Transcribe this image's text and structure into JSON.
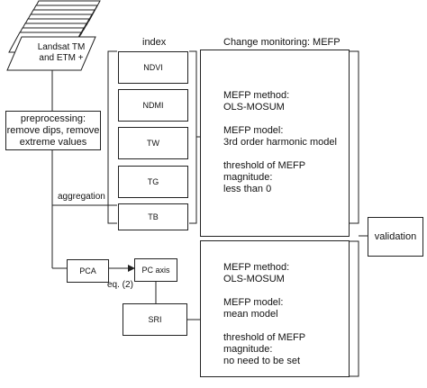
{
  "source": {
    "label_line1": "Landsat TM",
    "label_line2": "and ETM +"
  },
  "preprocessing": {
    "line1": "preprocessing:",
    "line2": "remove dips, remove",
    "line3": "extreme values"
  },
  "aggregation": {
    "label": "aggregation"
  },
  "index": {
    "header": "index",
    "items": [
      "NDVI",
      "NDMI",
      "TW",
      "TG",
      "TB"
    ]
  },
  "change_monitoring": {
    "header": "Change monitoring: MEFP"
  },
  "mefp_top": {
    "method_line1": "MEFP method:",
    "method_line2": "OLS-MOSUM",
    "model_line1": "MEFP model:",
    "model_line2": "3rd order harmonic model",
    "threshold_line1": "threshold of MEFP",
    "threshold_line2": "magnitude:",
    "threshold_line3": "less than 0"
  },
  "mefp_bottom": {
    "method_line1": "MEFP method:",
    "method_line2": "OLS-MOSUM",
    "model_line1": "MEFP model:",
    "model_line2": "mean model",
    "threshold_line1": "threshold of MEFP",
    "threshold_line2": "magnitude:",
    "threshold_line3": "no need to be set"
  },
  "pca": {
    "label": "PCA"
  },
  "pc_axis": {
    "label": "PC axis"
  },
  "equation": {
    "label": "eq. (2)"
  },
  "sri": {
    "label": "SRI"
  },
  "validation": {
    "label": "validation"
  }
}
